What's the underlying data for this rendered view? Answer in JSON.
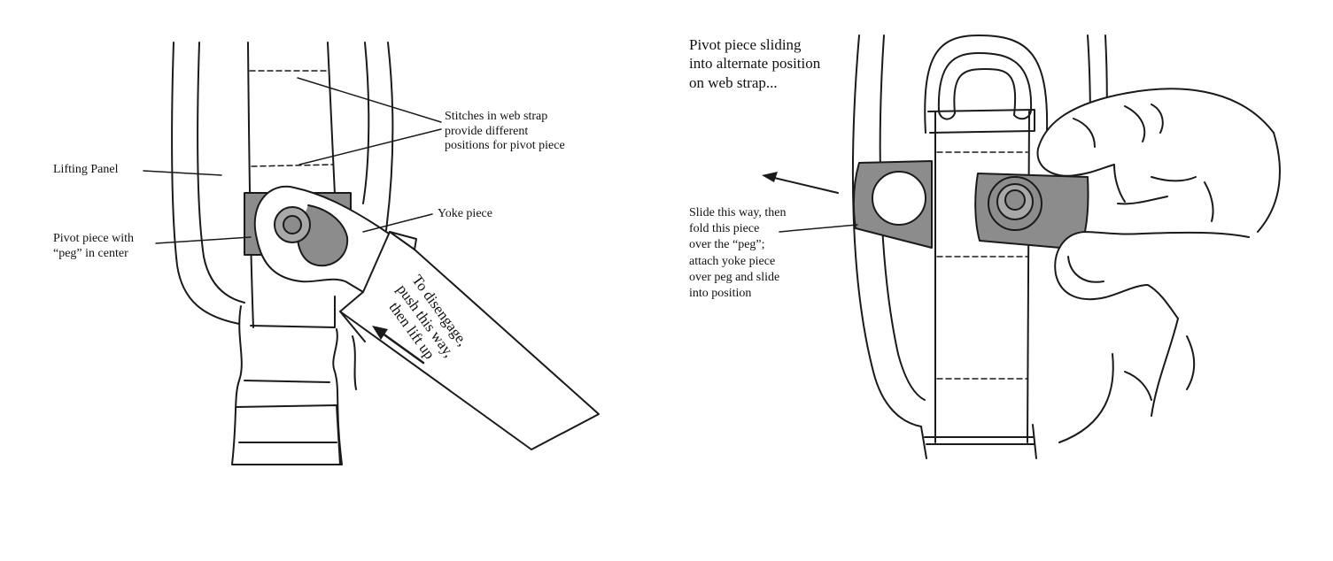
{
  "colors": {
    "line": "#1a1a1a",
    "pivot_fill": "#8c8c8c",
    "pivot_fill_light": "#a8a8a8",
    "background": "#ffffff"
  },
  "left_panel": {
    "stitches_label": "Stitches in web strap\nprovide different\npositions for pivot piece",
    "lifting_panel_label": "Lifting Panel",
    "pivot_label": "Pivot piece with\n“peg” in center",
    "yoke_label": "Yoke piece",
    "disengage_label": "To disengage,\npush this way,\nthen lift up"
  },
  "right_panel": {
    "sliding_label": "Pivot piece sliding\ninto alternate position\non web strap...",
    "slide_label": "Slide this way, then\nfold this piece\nover the “peg”;\nattach yoke piece\nover peg and slide\ninto position"
  }
}
